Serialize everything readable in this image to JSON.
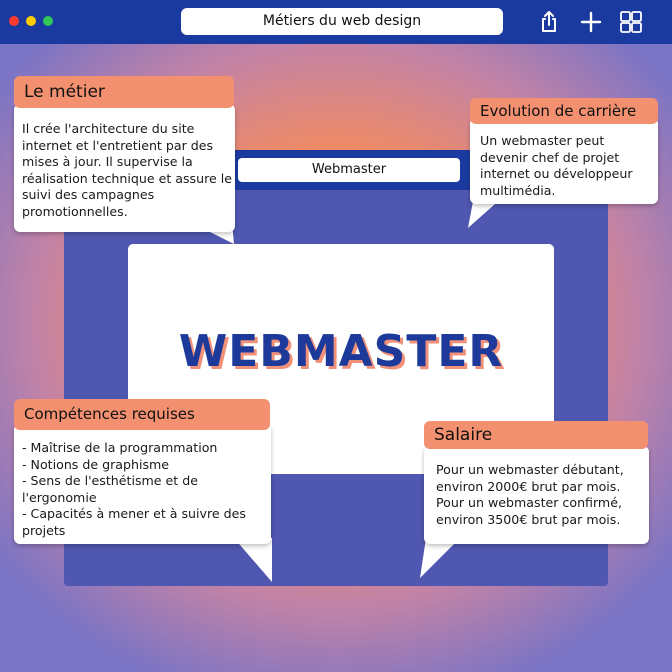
{
  "browser": {
    "title": "Métiers du web design",
    "icons": [
      "close-dot",
      "minimize-dot",
      "maximize-dot",
      "share-icon",
      "plus-icon",
      "tabs-grid-icon"
    ]
  },
  "inner_window": {
    "url_label": "Webmaster",
    "headline": "WEBMASTER"
  },
  "cards": {
    "metier": {
      "title": "Le métier",
      "text": "Il crée l'architecture du site internet et l'entretient par des mises à jour. Il supervise la réalisation technique et assure le suivi des campagnes promotionnelles."
    },
    "evolution": {
      "title": "Evolution de carrière",
      "text": "Un webmaster peut devenir chef de projet internet ou développeur multimédia."
    },
    "competences": {
      "title": "Compétences requises",
      "items": [
        "- Maîtrise de la  programmation",
        "- Notions de graphisme",
        "- Sens de l'esthétisme et de l'ergonomie",
        "- Capacités à mener et à suivre des projets"
      ]
    },
    "salaire": {
      "title": "Salaire",
      "text": "Pour un webmaster débutant, environ 2000€ brut par mois. Pour un webmaster confirmé, environ 3500€ brut par mois."
    }
  },
  "colors": {
    "navy": "#1b3aa0",
    "window": "#4f57b0",
    "header_orange": "#f2906f",
    "title_blue": "#1d3a9a"
  }
}
